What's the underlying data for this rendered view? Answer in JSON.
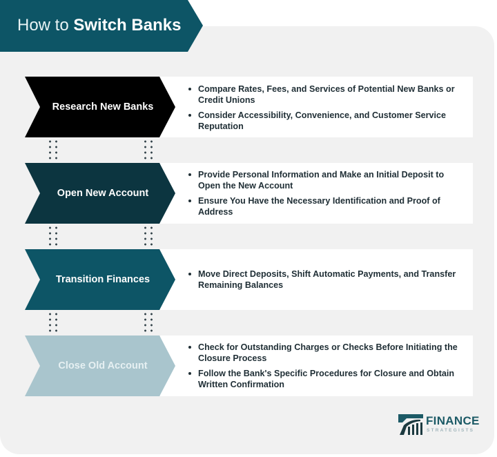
{
  "title": {
    "prefix": "How to ",
    "bold": "Switch Banks"
  },
  "colors": {
    "banner": "#0d5566",
    "panel": "#f1f1f1",
    "step1": "#000000",
    "step2": "#0c3540",
    "step3": "#0d5566",
    "step4": "#a9c5cd",
    "text": "#1f2e35"
  },
  "steps": [
    {
      "label": "Research New Banks",
      "bullets": [
        "Compare Rates, Fees, and Services of Potential New Banks or Credit Unions",
        "Consider Accessibility, Convenience, and Customer Service Reputation"
      ]
    },
    {
      "label": "Open New Account",
      "bullets": [
        "Provide Personal Information and Make an Initial Deposit to Open the New Account",
        "Ensure You Have the Necessary Identification and Proof of Address"
      ]
    },
    {
      "label": "Transition Finances",
      "bullets": [
        "Move Direct Deposits, Shift Automatic Payments, and Transfer Remaining Balances"
      ]
    },
    {
      "label": "Close Old Account",
      "bullets": [
        "Check for Outstanding Charges or Checks Before Initiating the Closure Process",
        "Follow the Bank's Specific Procedures for Closure and Obtain Written Confirmation"
      ]
    }
  ],
  "logo": {
    "name": "FINANCE",
    "sub": "STRATEGISTS"
  }
}
